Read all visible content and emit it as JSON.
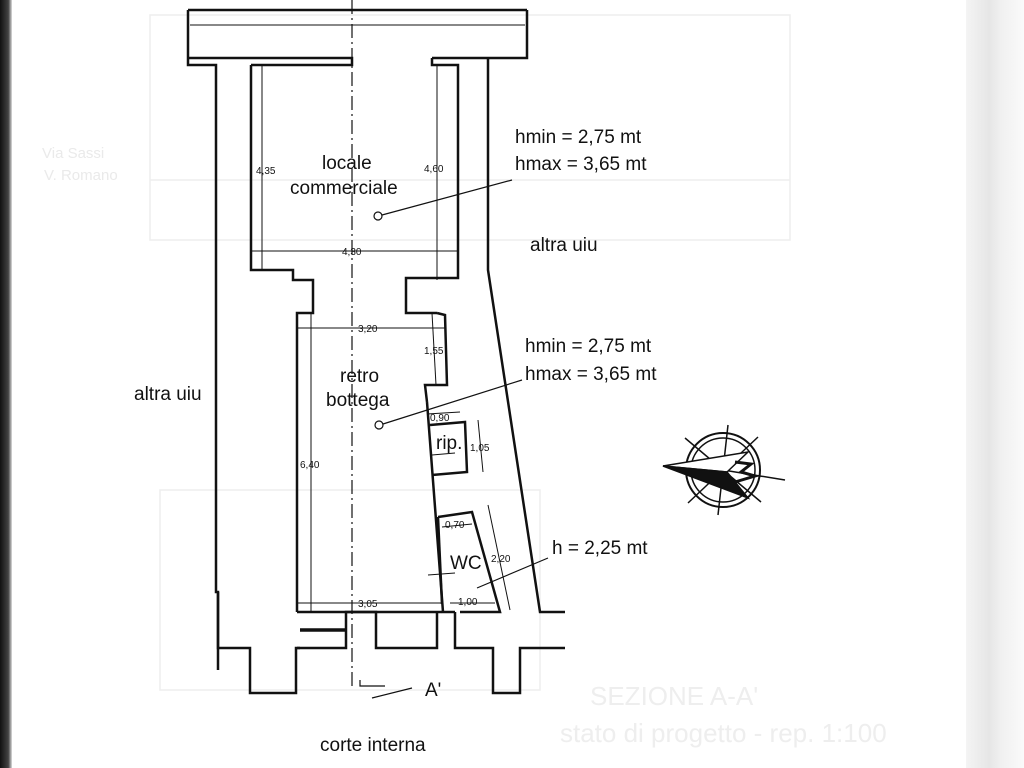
{
  "rooms": {
    "locale_line1": "locale",
    "locale_line2": "commerciale",
    "retro_line1": "retro",
    "retro_line2": "bottega",
    "rip": "rip.",
    "wc": "WC"
  },
  "surroundings": {
    "left": "altra uiu",
    "right": "altra uiu",
    "bottom": "corte interna",
    "section_marker": "A'"
  },
  "heights": {
    "locale_hmin": "hmin = 2,75 mt",
    "locale_hmax": "hmax = 3,65 mt",
    "retro_hmin": "hmin = 2,75 mt",
    "retro_hmax": "hmax = 3,65 mt",
    "wc_h": "h = 2,25 mt"
  },
  "dimensions": {
    "d435": "4,35",
    "d460": "4,60",
    "d430": "4,30",
    "d320": "3,20",
    "d155": "1,55",
    "d640": "6,40",
    "d090": "0,90",
    "d105": "1,05",
    "d070": "0,70",
    "d220": "2,20",
    "d305": "3,05",
    "d100": "1,00"
  },
  "bleedthrough": {
    "street1": "Via Sassi",
    "street2": "V. Romano",
    "section1": "SEZIONE A-A'",
    "section2": "stato di progetto - rep. 1:100"
  }
}
